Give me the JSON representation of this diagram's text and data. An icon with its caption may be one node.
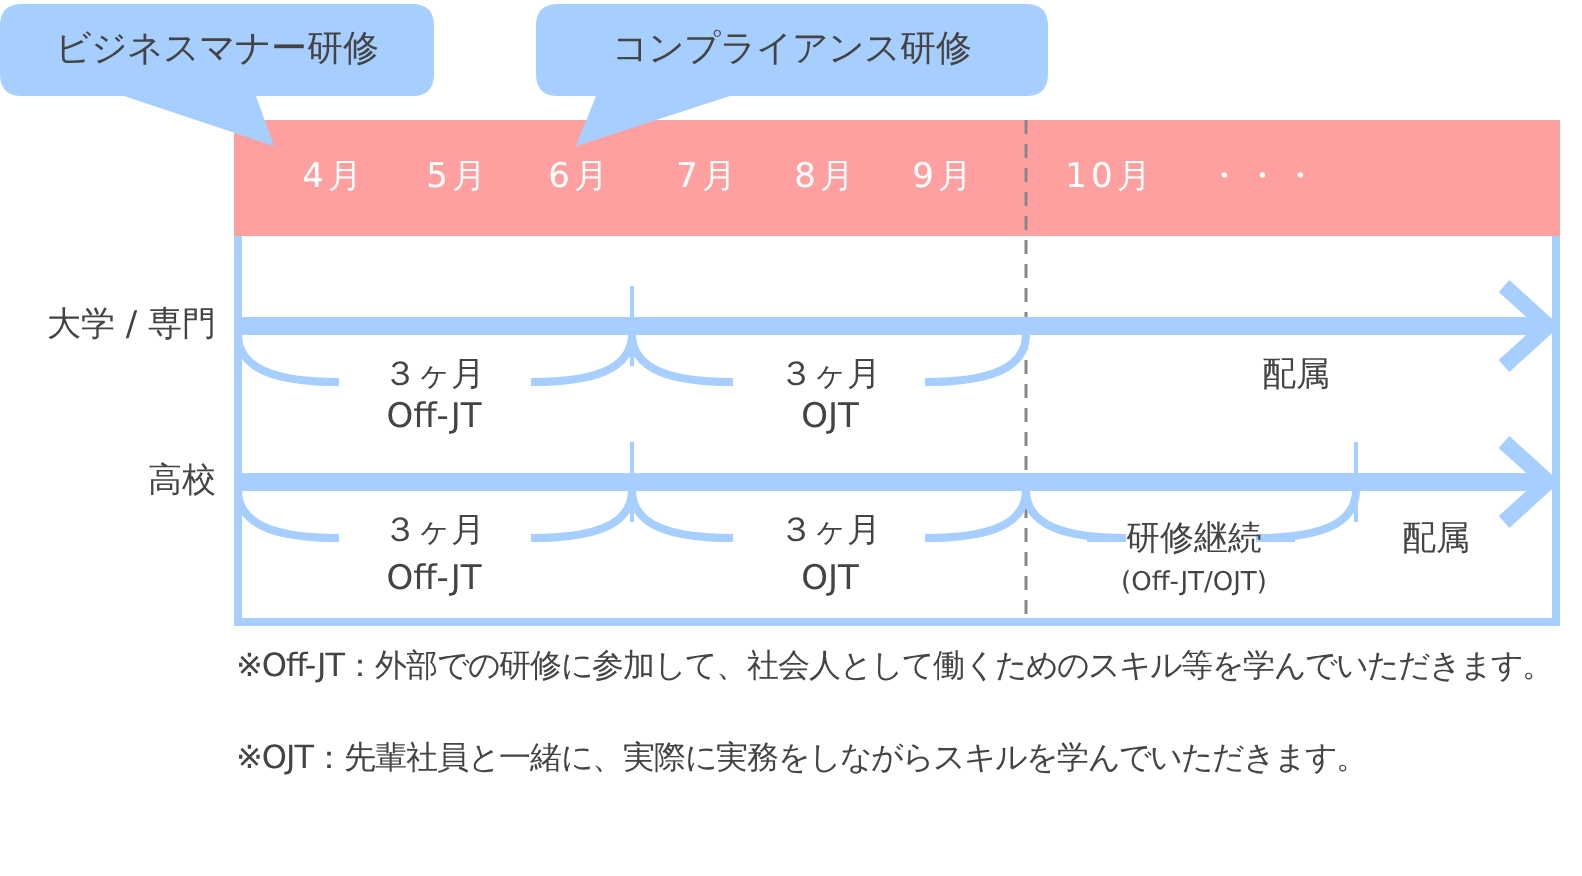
{
  "diagram": {
    "nodes": [
      {
        "text": [
          "ビジネスマナー研修"
        ]
      },
      {
        "text": [
          "コンプライアンス研修"
        ]
      },
      {
        "text": [
          "4月",
          "5月",
          "6月",
          "7月",
          "8月",
          "9月",
          "10月",
          "・・・"
        ]
      }
    ],
    "labels": [
      "大学 / 専門",
      "３ヶ月",
      "Off-JT",
      "３ヶ月",
      "OJT",
      "配属",
      "高校",
      "３ヶ月",
      "Off-JT",
      "３ヶ月",
      "OJT",
      "研修継続",
      "(Off-JT/OJT)",
      "配属",
      "※Off-JT：外部での研修に参加して、社会人として働くためのスキル等を学んでいただきます。",
      "※OJT：先輩社員と一緒に、実際に実務をしながらスキルを学んでいただきます。"
    ]
  }
}
